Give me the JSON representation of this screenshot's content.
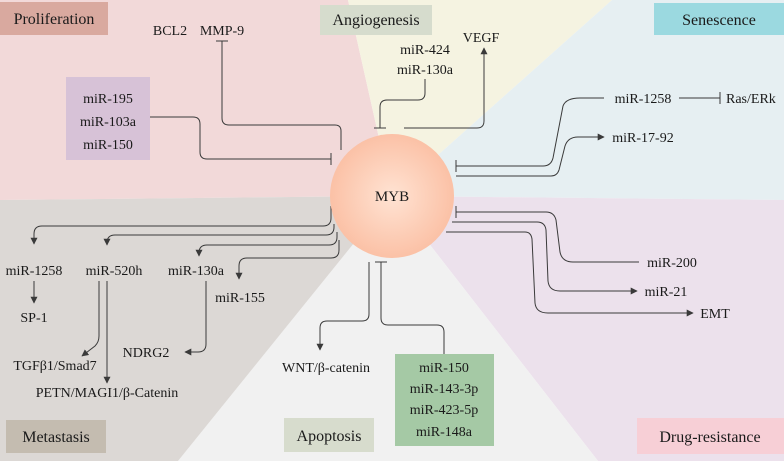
{
  "hub": {
    "label": "MYB"
  },
  "sections": {
    "proliferation": {
      "label": "Proliferation",
      "color": "#f2d9d9",
      "tag": "#d9a99f"
    },
    "angiogenesis": {
      "label": "Angiogenesis",
      "color": "#f5f3e1",
      "tag": "#d6dccd"
    },
    "senescence": {
      "label": "Senescence",
      "color": "#e6eff2",
      "tag": "#9bd9e0"
    },
    "drug_resistance": {
      "label": "Drug-resistance",
      "color": "#ece1ec",
      "tag": "#f7cfd6"
    },
    "apoptosis": {
      "label": "Apoptosis",
      "color": "#f1f1f1",
      "tag": "#d7dccd"
    },
    "metastasis": {
      "label": "Metastasis",
      "color": "#dcd8d5",
      "tag": "#c4bcb0"
    }
  },
  "nodes": {
    "bcl2": "BCL2",
    "mmp9": "MMP-9",
    "mir424": "miR-424",
    "mir130a_angio": "miR-130a",
    "vegf": "VEGF",
    "prolif_box": [
      "miR-195",
      "miR-103a",
      "miR-150"
    ],
    "mir1258_sen": "miR-1258",
    "ras_erk": "Ras/ERk",
    "mir1792": "miR-17-92",
    "mir200": "miR-200",
    "mir21": "miR-21",
    "emt": "EMT",
    "wnt": "WNT/β-catenin",
    "apop_box": [
      "miR-150",
      "miR-143-3p",
      "miR-423-5p",
      "miR-148a"
    ],
    "mir1258_met": "miR-1258",
    "sp1": "SP-1",
    "mir520h": "miR-520h",
    "tgf": "TGFβ1/Smad7",
    "petn": "PETN/MAGI1/β-Catenin",
    "mir130a_met": "miR-130a",
    "ndrg2": "NDRG2",
    "mir155": "miR-155"
  },
  "colors": {
    "prolif_box": "#d7c2d7",
    "apop_box": "#a5c9a5",
    "hub_inner": "#ffe3d3",
    "hub_outer": "#fbc1a6"
  }
}
